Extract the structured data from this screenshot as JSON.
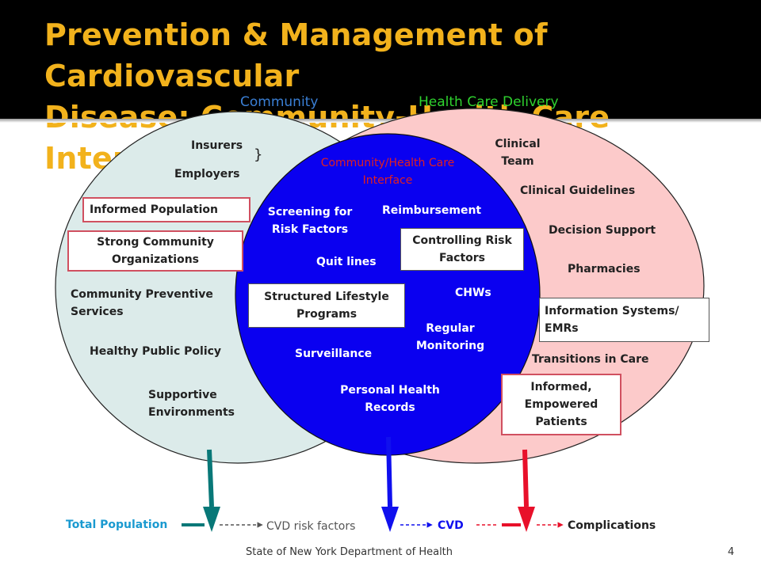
{
  "title": {
    "line1": "Prevention & Management of Cardiovascular",
    "line2": "Disease: Community-Health Care Interface"
  },
  "headers": {
    "community": "Community",
    "health_care": "Health Care Delivery"
  },
  "community": {
    "insurers": "Insurers",
    "brace": "}",
    "employers": "Employers",
    "informed_population": "Informed Population",
    "strong_community_1": "Strong Community",
    "strong_community_2": "Organizations",
    "preventive_1": "Community Preventive",
    "preventive_2": "Services",
    "healthy_policy": "Healthy Public Policy",
    "supportive_1": "Supportive",
    "supportive_2": "Environments"
  },
  "interface": {
    "title_1": "Community/Health Care",
    "title_2": "Interface",
    "screening_1": "Screening for",
    "screening_2": "Risk Factors",
    "reimbursement": "Reimbursement",
    "controlling_1": "Controlling Risk",
    "controlling_2": "Factors",
    "quit_lines": "Quit lines",
    "structured_1": "Structured Lifestyle",
    "structured_2": "Programs",
    "chws": "CHWs",
    "regular_1": "Regular",
    "regular_2": "Monitoring",
    "surveillance": "Surveillance",
    "phr_1": "Personal Health",
    "phr_2": "Records"
  },
  "health_care": {
    "clinical_team_1": "Clinical",
    "clinical_team_2": "Team",
    "clinical_guidelines": "Clinical Guidelines",
    "decision_support": "Decision Support",
    "pharmacies": "Pharmacies",
    "info_systems_1": "Information Systems/",
    "info_systems_2": "EMRs",
    "transitions": "Transitions in Care",
    "empowered_1": "Informed,",
    "empowered_2": "Empowered",
    "empowered_3": "Patients"
  },
  "bottom": {
    "total_population": "Total Population",
    "cvd_risk": "CVD risk factors",
    "cvd": "CVD",
    "complications": "Complications"
  },
  "footer": {
    "source": "State of New York Department of Health",
    "page": "4"
  },
  "colors": {
    "title": "#f2b21c",
    "community_circle": "#dcebea",
    "health_care_circle": "#fccaca",
    "interface_circle": "#0a00f0",
    "teal_arrow": "#087878",
    "blue_arrow": "#1010ee",
    "red_arrow": "#e8102a"
  }
}
